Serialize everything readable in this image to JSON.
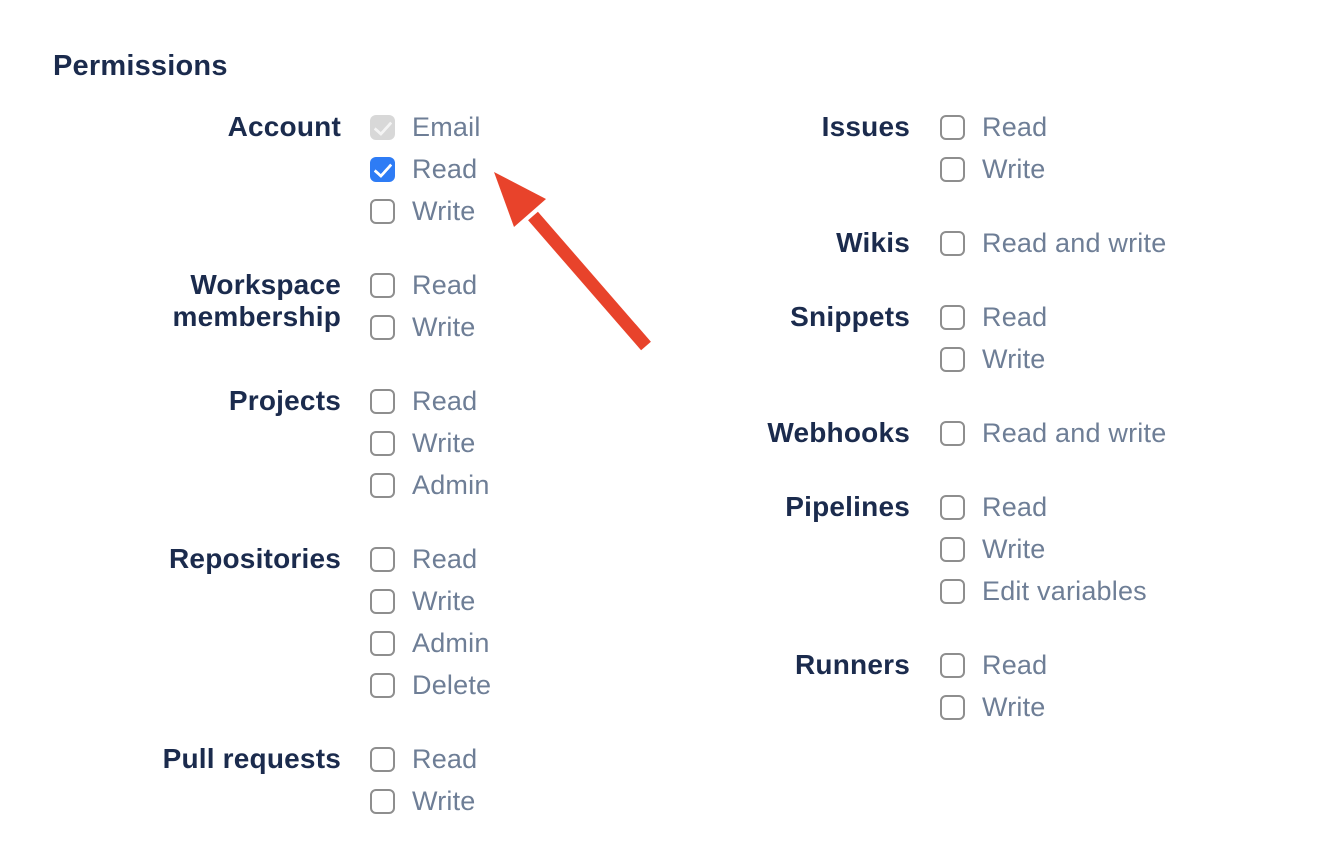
{
  "page": {
    "title": "Permissions"
  },
  "colors": {
    "accent_blue": "#2E7CF5",
    "disabled_bg": "#D8D8D8",
    "disabled_check": "#F4F4F4",
    "checkbox_border": "#8E8E8E",
    "label_navy": "#1B2B4D",
    "option_gray": "#6E7E96",
    "arrow_red": "#E8432B"
  },
  "permissions": {
    "columns": [
      {
        "groups": [
          {
            "label": "Account",
            "options": [
              {
                "label": "Email",
                "checked": true,
                "disabled": true
              },
              {
                "label": "Read",
                "checked": true,
                "disabled": false
              },
              {
                "label": "Write",
                "checked": false,
                "disabled": false
              }
            ]
          },
          {
            "label": "Workspace membership",
            "options": [
              {
                "label": "Read",
                "checked": false,
                "disabled": false
              },
              {
                "label": "Write",
                "checked": false,
                "disabled": false
              }
            ]
          },
          {
            "label": "Projects",
            "options": [
              {
                "label": "Read",
                "checked": false,
                "disabled": false
              },
              {
                "label": "Write",
                "checked": false,
                "disabled": false
              },
              {
                "label": "Admin",
                "checked": false,
                "disabled": false
              }
            ]
          },
          {
            "label": "Repositories",
            "options": [
              {
                "label": "Read",
                "checked": false,
                "disabled": false
              },
              {
                "label": "Write",
                "checked": false,
                "disabled": false
              },
              {
                "label": "Admin",
                "checked": false,
                "disabled": false
              },
              {
                "label": "Delete",
                "checked": false,
                "disabled": false
              }
            ]
          },
          {
            "label": "Pull requests",
            "options": [
              {
                "label": "Read",
                "checked": false,
                "disabled": false
              },
              {
                "label": "Write",
                "checked": false,
                "disabled": false
              }
            ]
          }
        ]
      },
      {
        "groups": [
          {
            "label": "Issues",
            "options": [
              {
                "label": "Read",
                "checked": false,
                "disabled": false
              },
              {
                "label": "Write",
                "checked": false,
                "disabled": false
              }
            ]
          },
          {
            "label": "Wikis",
            "options": [
              {
                "label": "Read and write",
                "checked": false,
                "disabled": false
              }
            ]
          },
          {
            "label": "Snippets",
            "options": [
              {
                "label": "Read",
                "checked": false,
                "disabled": false
              },
              {
                "label": "Write",
                "checked": false,
                "disabled": false
              }
            ]
          },
          {
            "label": "Webhooks",
            "options": [
              {
                "label": "Read and write",
                "checked": false,
                "disabled": false
              }
            ]
          },
          {
            "label": "Pipelines",
            "options": [
              {
                "label": "Read",
                "checked": false,
                "disabled": false
              },
              {
                "label": "Write",
                "checked": false,
                "disabled": false
              },
              {
                "label": "Edit variables",
                "checked": false,
                "disabled": false
              }
            ]
          },
          {
            "label": "Runners",
            "options": [
              {
                "label": "Read",
                "checked": false,
                "disabled": false
              },
              {
                "label": "Write",
                "checked": false,
                "disabled": false
              }
            ]
          }
        ]
      }
    ]
  },
  "annotation": {
    "arrow_color": "#E8432B",
    "points_at": "checkbox-account-read"
  }
}
